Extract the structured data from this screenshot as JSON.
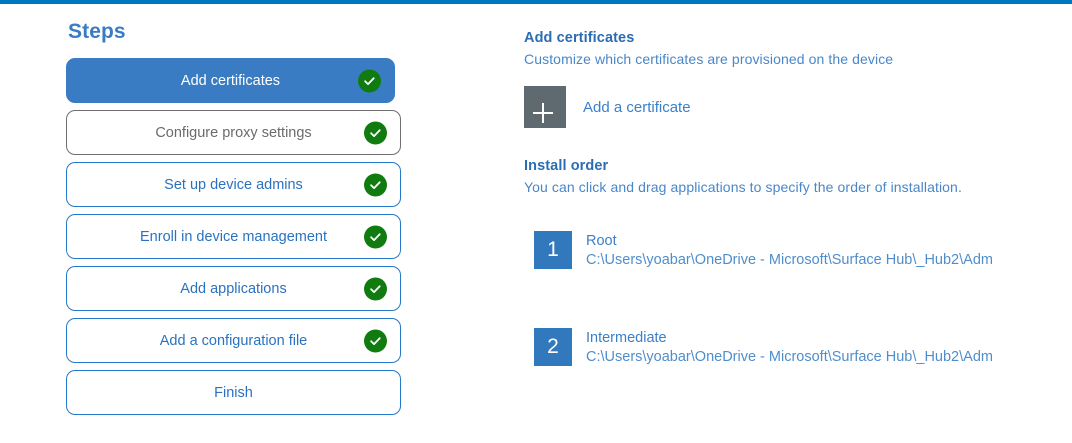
{
  "accent": {
    "top_bar_color": "#0078bf",
    "primary_blue": "#3a7cc4",
    "link_blue": "#3b80c8",
    "check_green": "#107c10",
    "tile_gray": "#5e6a70",
    "number_tile_blue": "#3178bd",
    "muted_gray": "#6b6b6b"
  },
  "steps": {
    "title": "Steps",
    "items": [
      {
        "label": "Add certificates",
        "state": "active",
        "completed": true
      },
      {
        "label": "Configure proxy settings",
        "state": "muted",
        "completed": true
      },
      {
        "label": "Set up device admins",
        "state": "default",
        "completed": true
      },
      {
        "label": "Enroll in device management",
        "state": "default",
        "completed": true
      },
      {
        "label": "Add applications",
        "state": "default",
        "completed": true
      },
      {
        "label": "Add a configuration file",
        "state": "default",
        "completed": true
      },
      {
        "label": "Finish",
        "state": "default",
        "completed": false
      }
    ]
  },
  "detail": {
    "certificates": {
      "heading": "Add certificates",
      "description": "Customize which certificates are provisioned on the device",
      "add_button_label": "Add a certificate",
      "add_button_icon": "plus-icon"
    },
    "install_order": {
      "heading": "Install order",
      "description": "You can click and drag applications to specify the order of installation.",
      "items": [
        {
          "number": "1",
          "name": "Root",
          "path": "C:\\Users\\yoabar\\OneDrive - Microsoft\\Surface Hub\\_Hub2\\Adm"
        },
        {
          "number": "2",
          "name": "Intermediate",
          "path": "C:\\Users\\yoabar\\OneDrive - Microsoft\\Surface Hub\\_Hub2\\Adm"
        }
      ]
    }
  }
}
